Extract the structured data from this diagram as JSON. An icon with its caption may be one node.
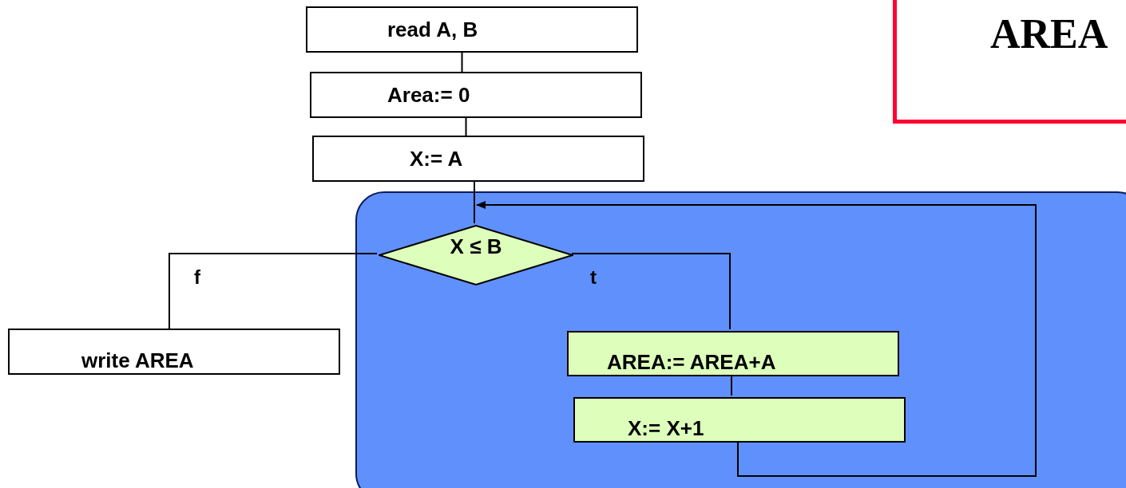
{
  "diagram": {
    "nodes": [
      {
        "text": [
          "read A, B"
        ]
      },
      {
        "text": [
          "Area:= 0"
        ]
      },
      {
        "text": [
          "X:=  A"
        ]
      },
      {
        "text": [],
        "shape": "box"
      },
      {
        "text": [
          "X ≤ B"
        ],
        "in": 3
      },
      {
        "text": [
          "write AREA"
        ]
      },
      {
        "text": [
          "AREA:= AREA+A"
        ],
        "in": 3
      },
      {
        "text": [
          "X:= X+1"
        ],
        "in": 3
      },
      {
        "text": [
          "AREA"
        ]
      }
    ],
    "edges": [
      {
        "from": 0,
        "to": 1,
        "arrow": "none"
      },
      {
        "from": 1,
        "to": 2,
        "arrow": "none"
      },
      {
        "from": 2,
        "to": 4,
        "arrow": "none"
      },
      {
        "from": 7,
        "to": 4,
        "arrow": "to"
      },
      {
        "from": 4,
        "to": 5,
        "arrow": "none",
        "label": "f"
      },
      {
        "from": 4,
        "to": 6,
        "arrow": "none",
        "label": "t"
      },
      {
        "from": 6,
        "to": 7,
        "arrow": "none"
      }
    ]
  }
}
